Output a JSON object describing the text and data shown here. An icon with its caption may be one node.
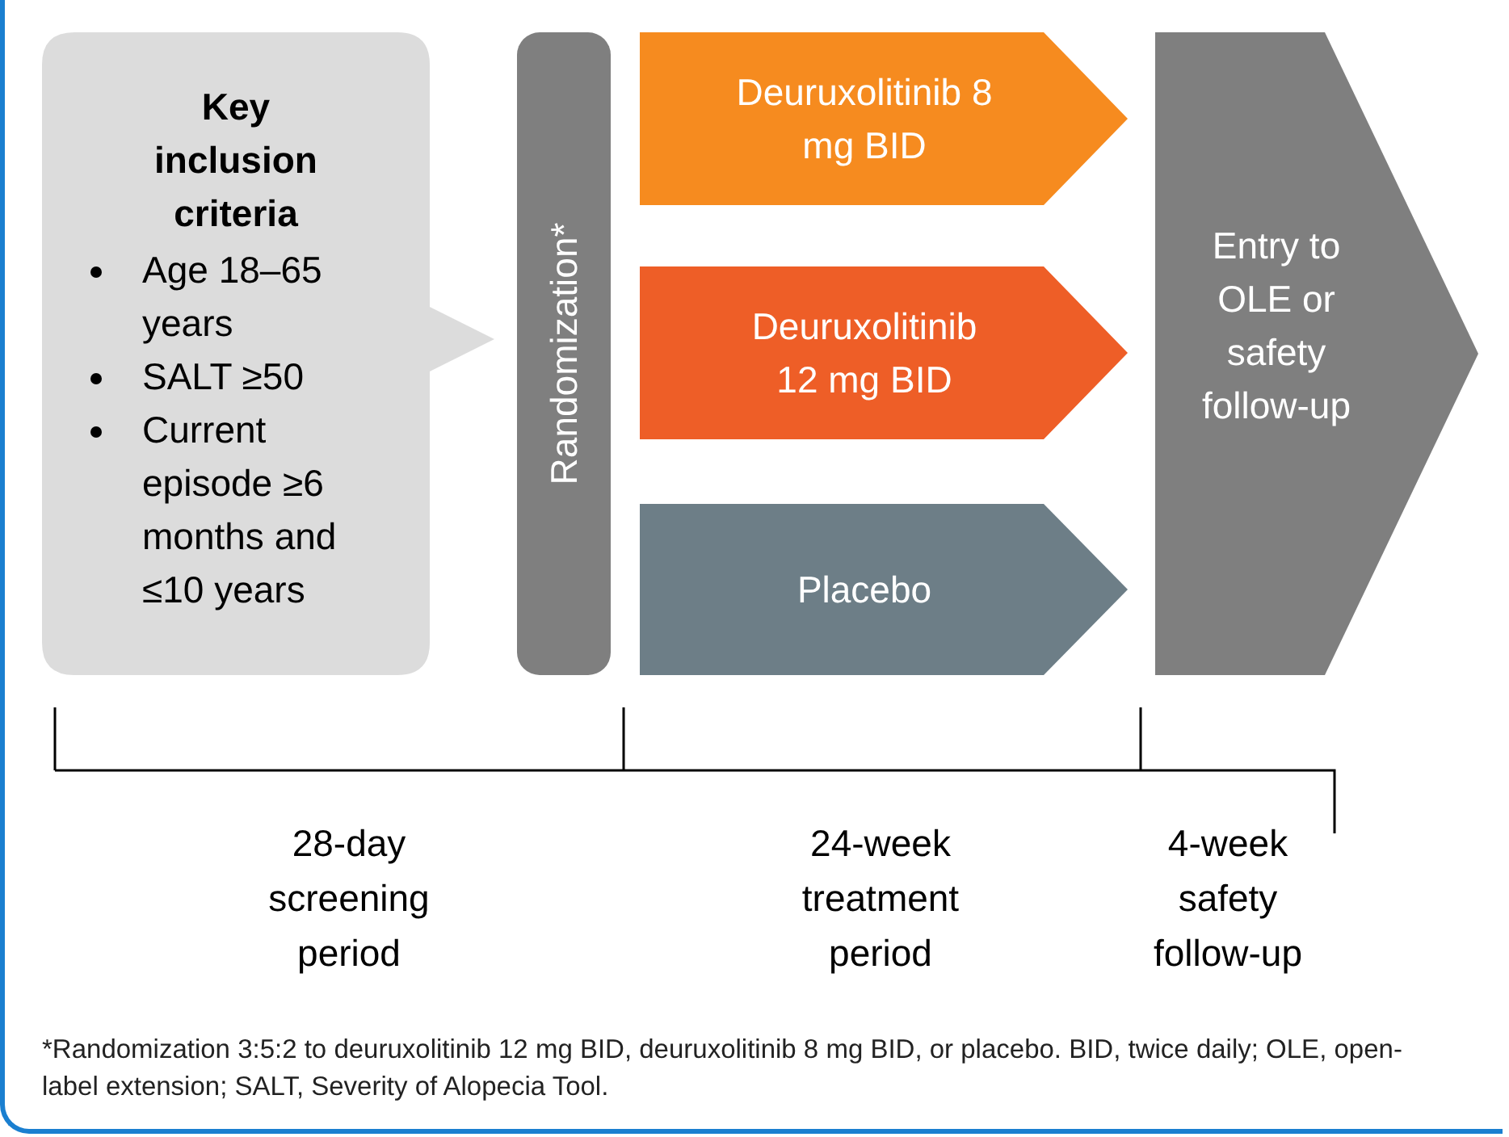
{
  "diagram": {
    "nodes": [
      {
        "text": [
          "Key inclusion criteria",
          "Age 18–65 years",
          "SALT ≥50",
          "Current episode ≥6 months and ≤10 years"
        ]
      },
      {
        "text": [
          "Randomization*"
        ]
      },
      {
        "text": [
          "Deuruxolitinib 8 mg BID"
        ]
      },
      {
        "text": [
          "Deuruxolitinib 12 mg BID"
        ]
      },
      {
        "text": [
          "Placebo"
        ]
      },
      {
        "text": [
          "Entry to OLE or safety follow-up"
        ]
      }
    ],
    "labels": [
      "28-day screening period",
      "24-week treatment period",
      "4-week safety follow-up",
      "*Randomization 3:5:2 to deuruxolitinib 12 mg BID, deuruxolitinib 8 mg BID, or placebo. BID, twice daily; OLE, open-label extension; SALT, Severity of Alopecia Tool."
    ]
  }
}
